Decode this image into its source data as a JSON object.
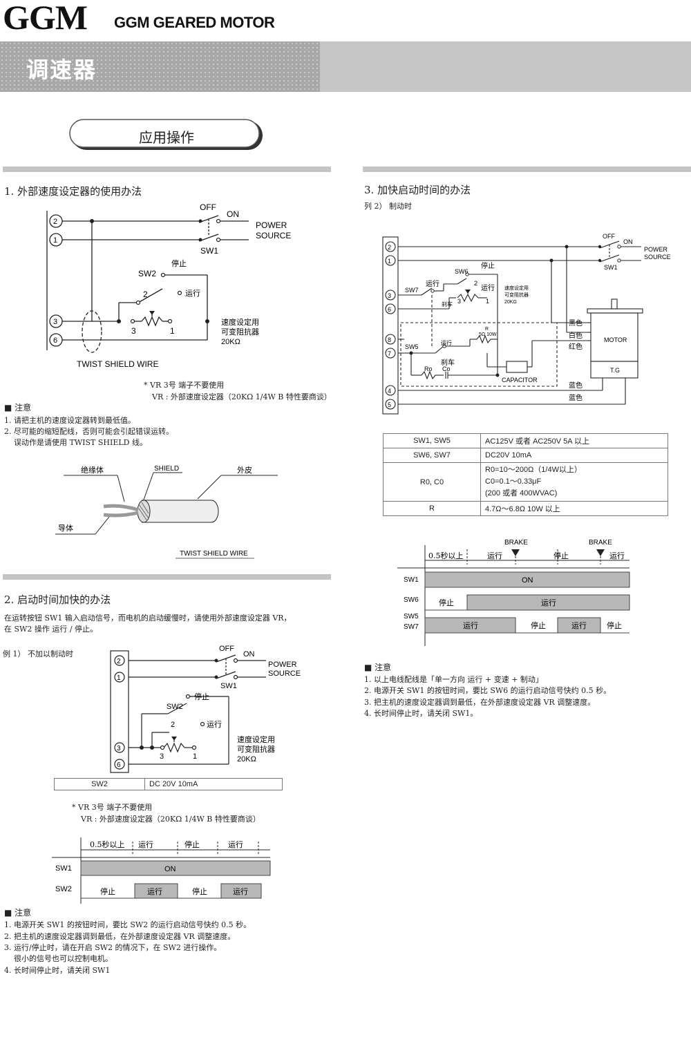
{
  "header": {
    "logo": "GGM",
    "brand": "GGM GEARED MOTOR",
    "band_title": "调速器",
    "pill_label": "应用操作"
  },
  "sec1": {
    "title": "1. 外部速度设定器的使用办法",
    "labels": {
      "off": "OFF",
      "on": "ON",
      "power": "POWER",
      "source": "SOURCE",
      "sw1": "SW1",
      "sw2": "SW2",
      "stop": "停止",
      "run": "运行",
      "n2": "2",
      "n3": "3",
      "n1": "1",
      "t2": "2",
      "t1": "1",
      "t3": "3",
      "t6": "6",
      "vr1": "速度设定用",
      "vr2": "可变阻抗器",
      "vr3": "20KΩ",
      "twist": "TWIST SHIELD WIRE"
    },
    "footnote1": "* VR 3号 端子不要使用",
    "footnote2": "VR : 外部速度设定器（20KΩ 1/4W B 特性要商谈）",
    "notes_title": "■ 注意",
    "notes": [
      "1. 请把主机的速度设定器转到最低值。",
      "2. 尽可能的缩短配线，否则可能会引起错误运转。",
      "误动作是请使用 TWIST SHIELD 线。"
    ],
    "cable": {
      "insulator": "绝缘体",
      "shield": "SHIELD",
      "sheath": "外皮",
      "conductor": "导体",
      "caption": "TWIST SHIELD WIRE"
    }
  },
  "sec2": {
    "title": "2. 启动时间加快的办法",
    "desc1": "在运转按钮 SW1 输入启动信号，而电机的启动缓慢时，请使用外部速度设定器 VR，",
    "desc2": "在 SW2 操作 运行 / 停止。",
    "example": "例 1） 不加以制动时",
    "labels": {
      "off": "OFF",
      "on": "ON",
      "power": "POWER",
      "source": "SOURCE",
      "sw1": "SW1",
      "sw2": "SW2",
      "stop": "停止",
      "run": "运行",
      "n2": "2",
      "n3": "3",
      "n1": "1",
      "t2": "2",
      "t1": "1",
      "t3": "3",
      "t6": "6",
      "vr1": "速度设定用",
      "vr2": "可变阻抗器",
      "vr3": "20KΩ"
    },
    "table": {
      "name": "SW2",
      "value": "DC 20V 10mA"
    },
    "footnote1": "* VR 3号 端子不要使用",
    "footnote2": "VR : 外部速度设定器（20KΩ 1/4W B 特性要商谈）",
    "timing": {
      "header": [
        "0.5秒以上",
        "运行",
        "停止",
        "运行"
      ],
      "rows": [
        {
          "name": "SW1",
          "segments": [
            {
              "text": "ON",
              "on": true
            }
          ]
        },
        {
          "name": "SW2",
          "segments": [
            {
              "text": "停止",
              "on": false
            },
            {
              "text": "运行",
              "on": true
            },
            {
              "text": "停止",
              "on": false
            },
            {
              "text": "运行",
              "on": true
            }
          ]
        }
      ]
    },
    "notes_title": "■ 注意",
    "notes": [
      "1. 电源开关 SW1 的按钮时间，要比 SW2 的运行启动信号快约 0.5 秒。",
      "2. 把主机的速度设定器调到最低，在外部速度设定器 VR 调整速度。",
      "3. 运行/停止时，请在开启 SW2 的情况下，在 SW2 进行操作。",
      "很小的信号也可以控制电机。",
      "4. 长时间停止时，请关闭 SW1"
    ]
  },
  "sec3": {
    "title": "3. 加快启动时间的办法",
    "example": "列 2） 制动时",
    "labels": {
      "off": "OFF",
      "on": "ON",
      "power": "POWER",
      "source": "SOURCE",
      "sw1": "SW1",
      "sw6": "SW6",
      "sw7": "SW7",
      "sw5": "SW5",
      "stop": "停止",
      "run": "运行",
      "brake": "刹车",
      "vr1": "速度设定用",
      "vr2": "可变阻抗器",
      "vr3": "20KΩ",
      "r": "R",
      "r_val": "5Ω 10W",
      "ro": "Ro",
      "co": "Co",
      "capacitor": "CAPACITOR",
      "motor": "MOTOR",
      "tg": "T.G",
      "black": "黑色",
      "white": "白色",
      "red": "红色",
      "blue1": "蓝色",
      "blue2": "蓝色",
      "n2": "2",
      "n3": "3",
      "n1": "1",
      "t2": "2",
      "t1": "1",
      "t3": "3",
      "t6": "6",
      "t8": "8",
      "t7": "7",
      "t4": "4",
      "t5": "5"
    },
    "spec_table": [
      {
        "name": "SW1, SW5",
        "value": [
          "AC125V 或者 AC250V 5A 以上"
        ]
      },
      {
        "name": "SW6, SW7",
        "value": [
          "DC20V 10mA"
        ]
      },
      {
        "name": "R0, C0",
        "value": [
          "R0=10～200Ω（1/4W以上）",
          "C0=0.1～0.33μF",
          "(200 或者 400WVAC)"
        ]
      },
      {
        "name": "R",
        "value": [
          "4.7Ω～6.8Ω 10W 以上"
        ]
      }
    ],
    "timing": {
      "brake1": "BRAKE",
      "brake2": "BRAKE",
      "header": [
        "0.5秒以上",
        "运行",
        "停止",
        "运行"
      ],
      "rows": [
        {
          "name": "SW1",
          "segments": [
            {
              "text": "ON",
              "on": true
            }
          ]
        },
        {
          "name": "SW6",
          "segments": [
            {
              "text": "停止",
              "on": false
            },
            {
              "text": "运行",
              "on": true
            }
          ]
        },
        {
          "name": "SW5 / SW7",
          "name1": "SW5",
          "name2": "SW7",
          "segments": [
            {
              "text": "运行",
              "on": true
            },
            {
              "text": "停止",
              "on": false
            },
            {
              "text": "运行",
              "on": true
            },
            {
              "text": "停止",
              "on": false
            }
          ]
        }
      ]
    },
    "notes_title": "■ 注意",
    "notes": [
      "1. 以上电线配线是「单一方向 运行 + 变速 + 制动」",
      "2. 电源开关 SW1 的按钮时间，要比 SW6 的运行启动信号快约 0.5 秒。",
      "3. 把主机的速度设定器调到最低，在外部速度设定器 VR 调整速度。",
      "4. 长时间停止时，请关闭 SW1。"
    ]
  },
  "colors": {
    "band": "#c6c6c6",
    "bar": "#c4c4c4",
    "on_fill": "#b8b8b8"
  }
}
